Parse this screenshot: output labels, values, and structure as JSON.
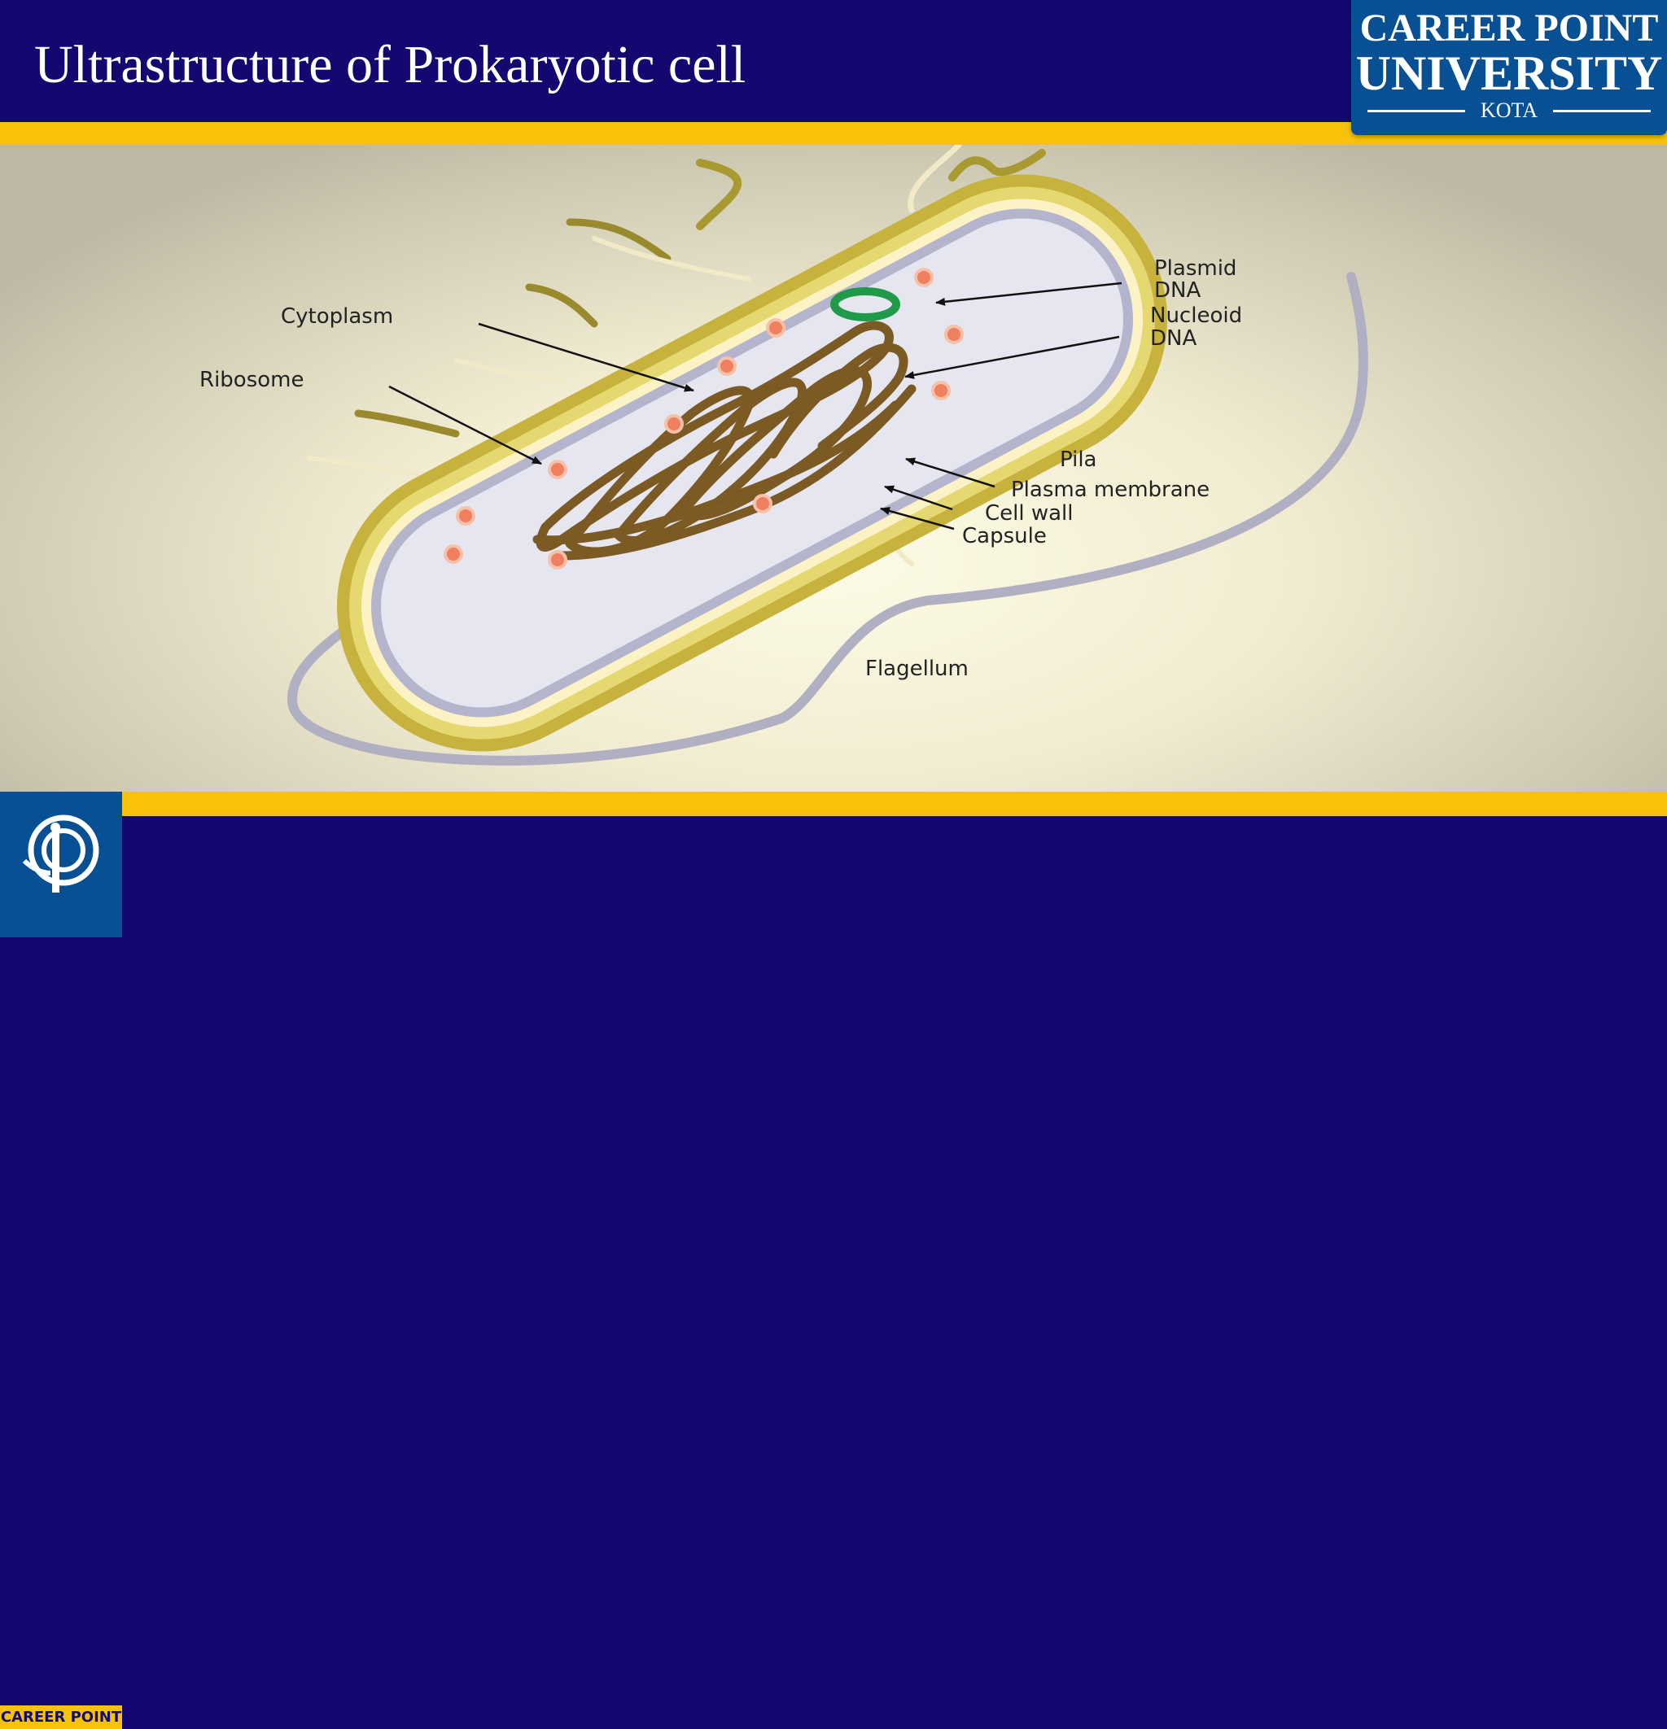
{
  "slide": {
    "title": "Ultrastructure of Prokaryotic cell"
  },
  "header_logo": {
    "line1": "CAREER POINT",
    "line2": "UNIVERSITY",
    "line3": "KOTA"
  },
  "footer_logo": {
    "text": "CAREER POINT"
  },
  "diagram": {
    "labels": {
      "cytoplasm": "Cytoplasm",
      "ribosome": "Ribosome",
      "plasmid_1": "Plasmid",
      "plasmid_2": "DNA",
      "nucleoid_1": "Nucleoid",
      "nucleoid_2": "DNA",
      "pila": "Pila",
      "plasma_membrane": "Plasma membrane",
      "cell_wall": "Cell wall",
      "capsule": "Capsule",
      "flagellum": "Flagellum"
    }
  },
  "colors": {
    "header_bg": "#12086f",
    "accent_gold": "#f7c209",
    "logo_blue": "#075093",
    "capsule": "#c6b23d",
    "cytoplasm": "#e6e6f0",
    "dna": "#7c5a24",
    "plasmid": "#1f9a48",
    "ribosome": "#f07f5f"
  }
}
